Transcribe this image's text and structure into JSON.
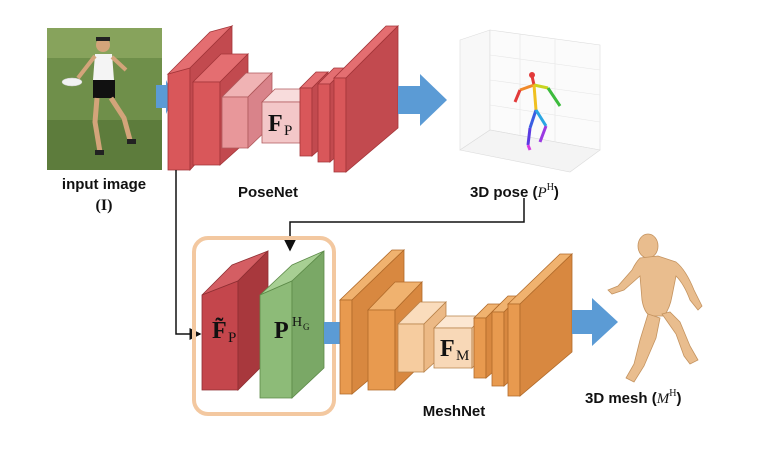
{
  "labels": {
    "input_image": "input image",
    "input_symbol": "(I)",
    "posenet": "PoseNet",
    "pose_3d_prefix": "3D pose (",
    "pose_3d_symbol": "P",
    "pose_3d_sup": "H",
    "pose_3d_suffix": ")",
    "meshnet": "MeshNet",
    "mesh_3d_prefix": "3D mesh (",
    "mesh_3d_symbol": "M",
    "mesh_3d_sup": "H",
    "mesh_3d_suffix": ")"
  },
  "features": {
    "posenet_feature": "F",
    "posenet_feature_sub": "P",
    "fused_feature": "F̃",
    "fused_feature_sub": "P",
    "heatmap": "P",
    "heatmap_sup": "H",
    "heatmap_sup_sub": "G",
    "meshnet_feature": "F",
    "meshnet_feature_sub": "M"
  },
  "colors": {
    "posenet_block": "#d9575a",
    "posenet_mid": "#e8979a",
    "posenet_light": "#f3c7c8",
    "fused_block": "#c4464c",
    "heatmap_block": "#8dbb78",
    "meshnet_block": "#e89a4f",
    "meshnet_light": "#f6cc9f",
    "highlight_box": "#f3c8a0",
    "arrow": "#5b9bd5"
  }
}
